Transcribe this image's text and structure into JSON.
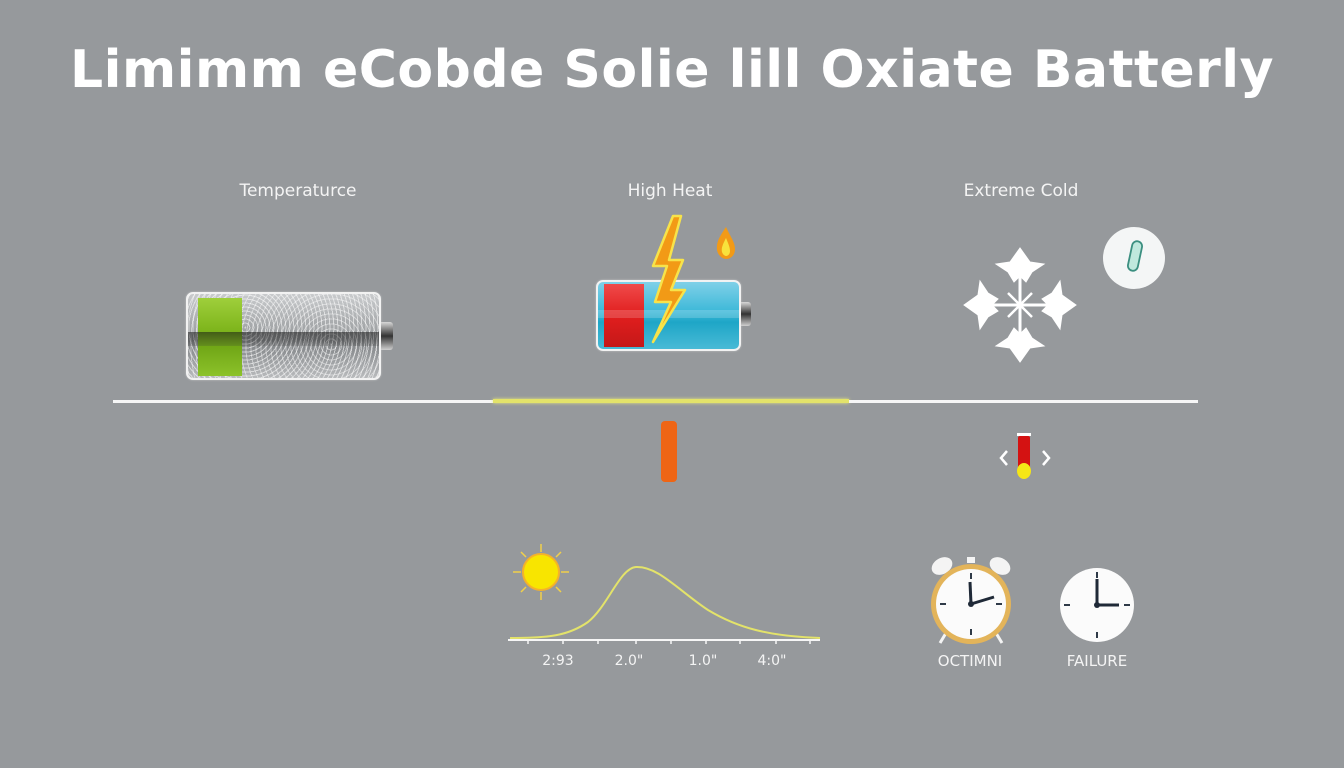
{
  "title": "Limimm eCobde Solie lill Oxiate Batterly",
  "columns": [
    {
      "label": "Temperaturce",
      "battery_state": "frozen",
      "charge_color": "#8cc22a"
    },
    {
      "label": "High Heat",
      "battery_state": "overheated",
      "charge_color": "#e11e1e",
      "icons": [
        "lightning-icon",
        "flame-icon"
      ]
    },
    {
      "label": "Extreme Cold",
      "icons": [
        "snowflake-icon",
        "thermometer-icon"
      ]
    }
  ],
  "timeline": {
    "segments": [
      {
        "color": "#f6f6f6",
        "range": "cold-left"
      },
      {
        "color": "#e3e36a",
        "range": "optimal-heat"
      },
      {
        "color": "#f6f6f6",
        "range": "cold-right"
      }
    ],
    "markers": [
      {
        "type": "bar",
        "color": "#ee6515"
      },
      {
        "type": "thermometer-slider",
        "color": "#dd1111",
        "bulb_color": "#f5e617"
      }
    ]
  },
  "chart_data": {
    "type": "line",
    "title": "",
    "xlabel": "",
    "ylabel": "",
    "tick_labels": [
      "2:93",
      "2.0\"",
      "1.0\"",
      "4:0\""
    ],
    "x": [
      0,
      1,
      2,
      3,
      4,
      5,
      6,
      7,
      8,
      9,
      10
    ],
    "values": [
      0.02,
      0.12,
      0.45,
      0.85,
      1.0,
      0.88,
      0.6,
      0.32,
      0.14,
      0.05,
      0.01
    ],
    "curve_color": "#e3e36a",
    "grid": false,
    "legend": null,
    "annotations": [
      "sun-icon"
    ]
  },
  "clocks": [
    {
      "label": "OCTIMNI",
      "style": "alarm-clock",
      "rim_color": "#e3b45a"
    },
    {
      "label": "FAILURE",
      "style": "wall-clock"
    }
  ]
}
